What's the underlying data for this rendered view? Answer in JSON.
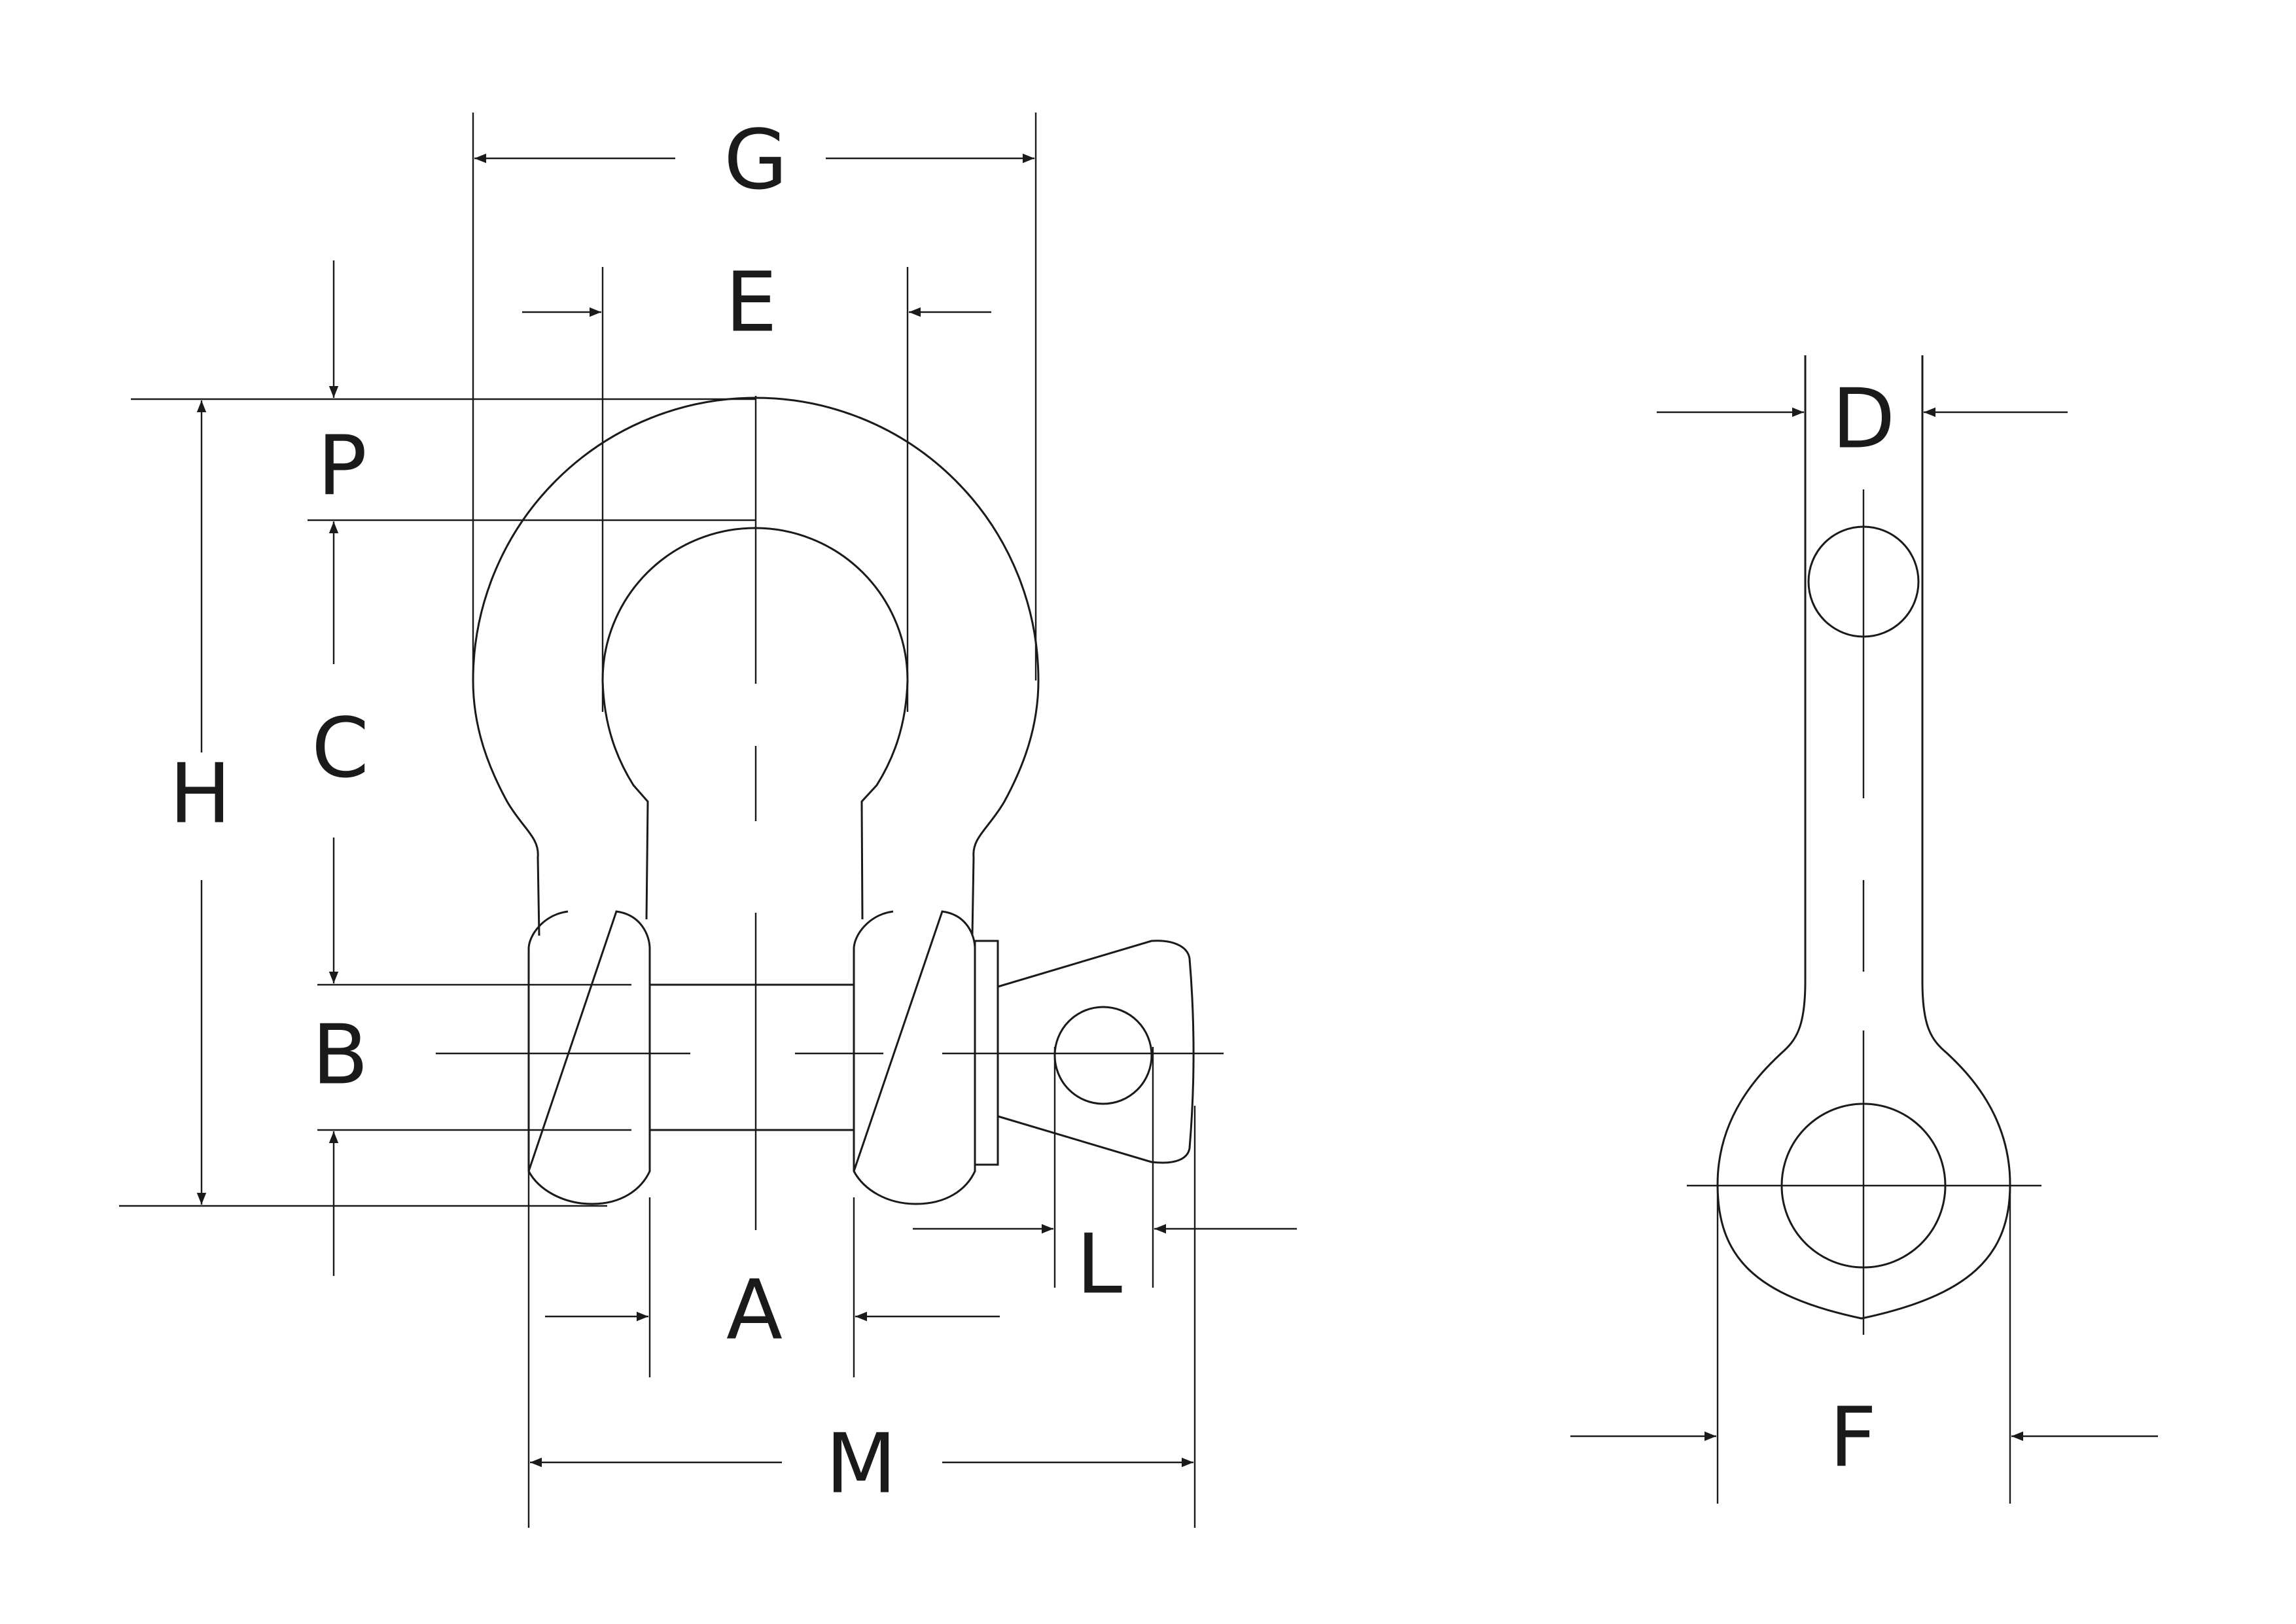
{
  "diagram": {
    "labels": {
      "G": "G",
      "E": "E",
      "P": "P",
      "C": "C",
      "H": "H",
      "B": "B",
      "A": "A",
      "L": "L",
      "M": "M",
      "D": "D",
      "F": "F"
    },
    "colors": {
      "ink": "#1a1a1a",
      "background": "#ffffff"
    }
  }
}
